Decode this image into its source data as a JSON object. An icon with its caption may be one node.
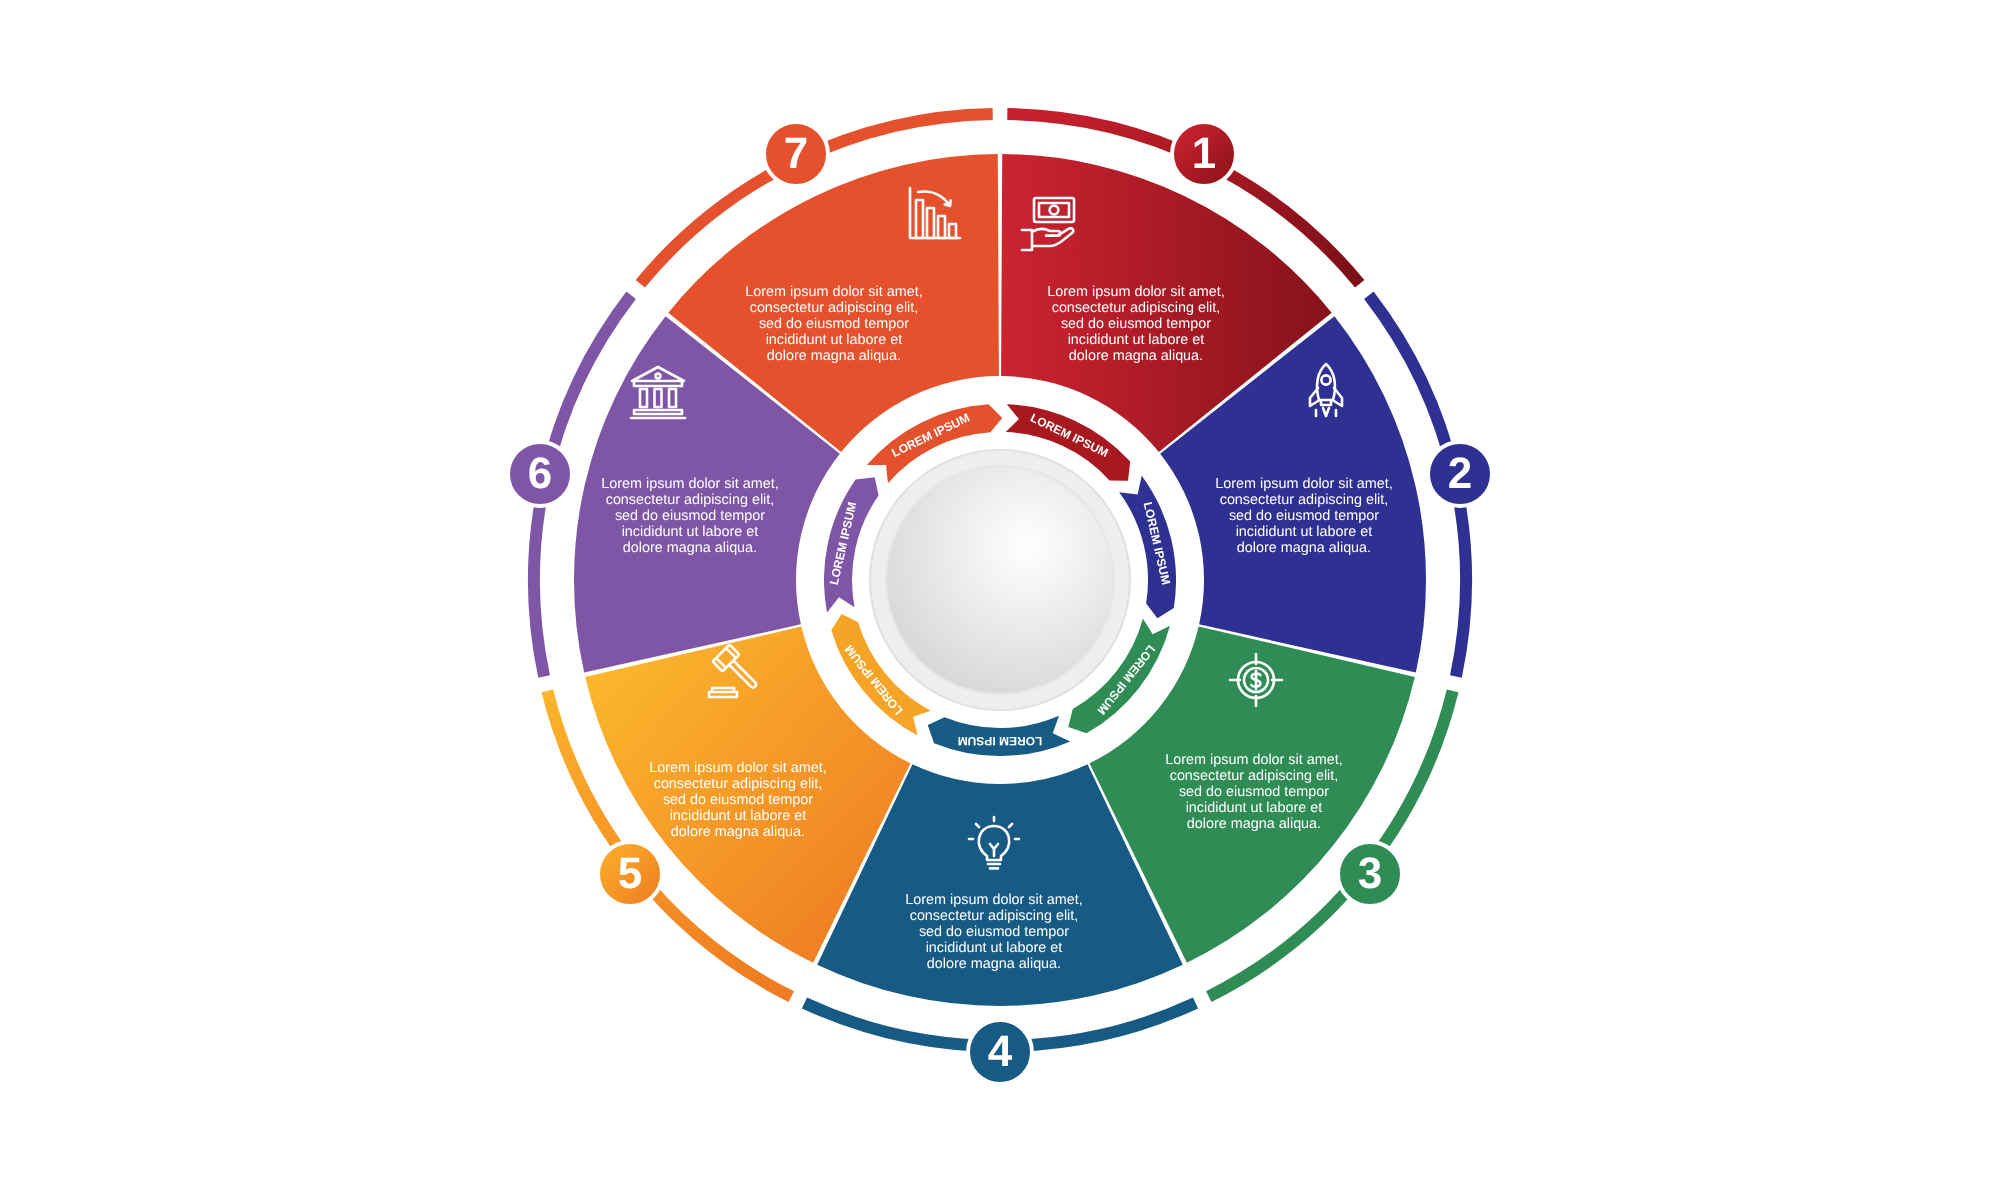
{
  "diagram": {
    "nodes": [
      {
        "text": [
          "1"
        ]
      },
      {
        "text": [
          "Lorem ipsum dolor sit amet, consectetur adipiscing elit, sed do eiusmod tempor incididunt ut labore et dolore magna aliqua."
        ]
      },
      {
        "text": [
          "2"
        ]
      },
      {
        "text": [
          "Lorem ipsum dolor sit amet, consectetur adipiscing elit, sed do eiusmod tempor incididunt ut labore et dolore magna aliqua."
        ]
      },
      {
        "text": [
          "3"
        ]
      },
      {
        "text": [
          "Lorem ipsum dolor sit amet, consectetur adipiscing elit, sed do eiusmod tempor incididunt ut labore et dolore magna aliqua."
        ]
      },
      {
        "text": [
          "4"
        ]
      },
      {
        "text": [
          "Lorem ipsum dolor sit amet, consectetur adipiscing elit, sed do eiusmod tempor incididunt ut labore et dolore magna aliqua."
        ]
      },
      {
        "text": [
          "5"
        ]
      },
      {
        "text": [
          "Lorem ipsum dolor sit amet, consectetur adipiscing elit, sed do eiusmod tempor incididunt ut labore et dolore magna aliqua."
        ]
      },
      {
        "text": [
          "6"
        ]
      },
      {
        "text": [
          "Lorem ipsum dolor sit amet, consectetur adipiscing elit, sed do eiusmod tempor incididunt ut labore et dolore magna aliqua."
        ]
      },
      {
        "text": [
          "7"
        ]
      },
      {
        "text": [
          "Lorem ipsum dolor sit amet, consectetur adipiscing elit, sed do eiusmod tempor incididunt ut labore et dolore magna aliqua."
        ]
      },
      {
        "text": [
          "LOREM IPSUM"
        ]
      },
      {
        "text": [
          "LOREM IPSUM"
        ]
      },
      {
        "text": [
          "LOREM IPSUM"
        ]
      },
      {
        "text": [
          "LOREM IPSUM"
        ]
      },
      {
        "text": [
          "LOREM IPSUM"
        ]
      },
      {
        "text": [
          "LOREM IPSUM"
        ]
      },
      {
        "text": [
          "LOREM IPSUM"
        ]
      },
      {
        "text": [],
        "shape": "circle"
      }
    ]
  }
}
